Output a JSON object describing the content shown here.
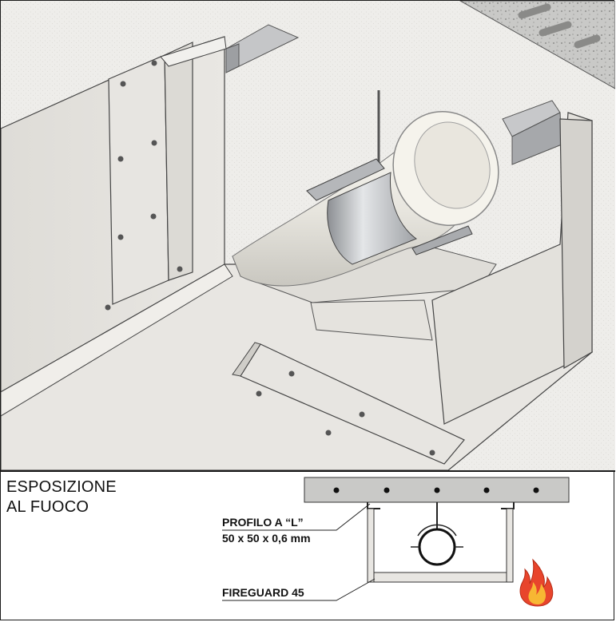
{
  "exposure": {
    "line1": "ESPOSIZIONE",
    "line2": "AL FUOCO"
  },
  "labels": {
    "profile_title": "PROFILO A “L”",
    "profile_dims": "50 x 50 x 0,6 mm",
    "board": "FIREGUARD 45"
  },
  "colors": {
    "board": "#e8e6e2",
    "concrete": "#c8c8c6",
    "outline": "#1a1a1a",
    "flame_outer": "#e8452c",
    "flame_inner": "#f7b733"
  },
  "icons": {
    "fire": "flame-icon"
  }
}
